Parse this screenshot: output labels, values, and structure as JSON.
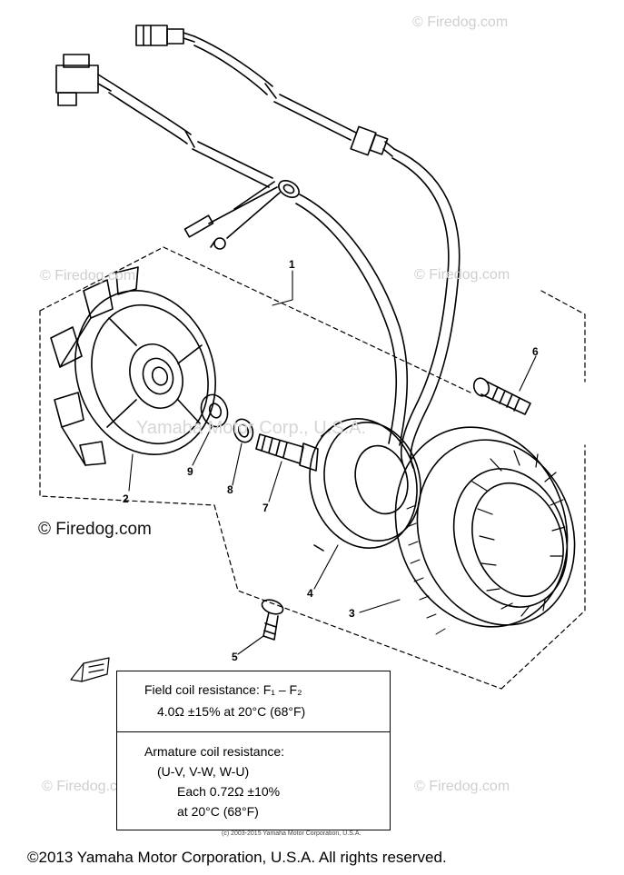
{
  "watermarks": {
    "top_right": "© Firedog.com",
    "upper_left": "© Firedog.com",
    "mid_right": "© Firedog.com",
    "faint_center": "Yamaha Motor Corp., U.S.A.",
    "left_bold": "© Firedog.com",
    "lower_left": "© Firedog.com",
    "lower_right": "© Firedog.com"
  },
  "callouts": {
    "c1": "1",
    "c2": "2",
    "c3": "3",
    "c4": "4",
    "c5": "5",
    "c6": "6",
    "c7": "7",
    "c8": "8",
    "c9": "9"
  },
  "spec_box": {
    "field_line1": "Field coil resistance: F₁ – F₂",
    "field_line2": "4.0Ω ±15% at 20°C (68°F)",
    "armature_line1": "Armature coil resistance:",
    "armature_line2": "(U-V, V-W, W-U)",
    "armature_line3": "Each 0.72Ω ±10%",
    "armature_line4": "at 20°C (68°F)"
  },
  "small_copyright": "(c) 2003-2015 Yamaha Motor Corporation, U.S.A.",
  "footer": "©2013 Yamaha Motor Corporation, U.S.A. All rights reserved.",
  "colors": {
    "line": "#000000",
    "watermark": "#cfcfcf"
  }
}
